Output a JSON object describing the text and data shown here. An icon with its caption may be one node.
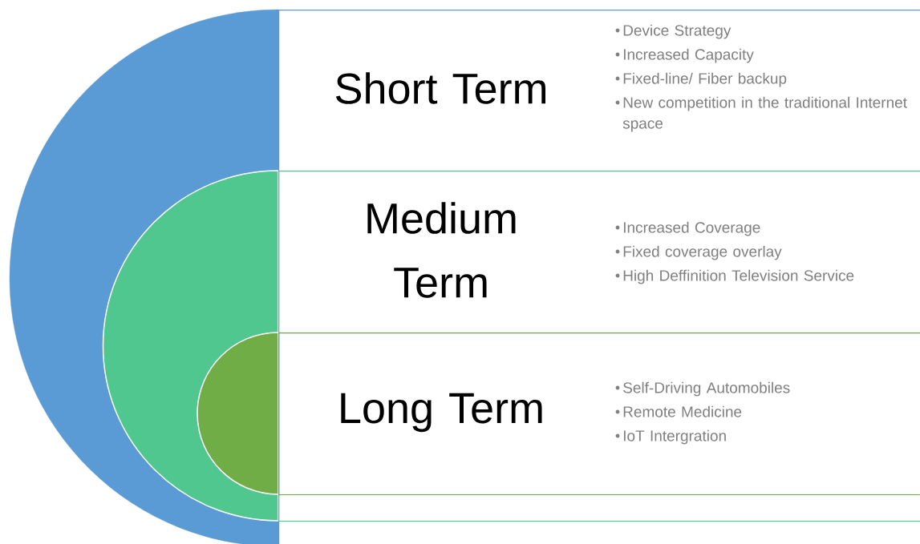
{
  "diagram": {
    "nodes": [
      {
        "text": [
          "Short Term",
          "Device Strategy",
          "Increased Capacity",
          "Fixed-line/ Fiber backup",
          "New competition in the traditional Internet space"
        ]
      },
      {
        "text": [
          "Medium Term",
          "Increased Coverage",
          "Fixed coverage overlay",
          "High Deffinition Television Service"
        ],
        "in": 0
      },
      {
        "text": [
          "Long Term",
          "Self-Driving Automobiles",
          "Remote Medicine",
          "IoT Intergration"
        ],
        "in": 1
      }
    ],
    "edges": []
  }
}
